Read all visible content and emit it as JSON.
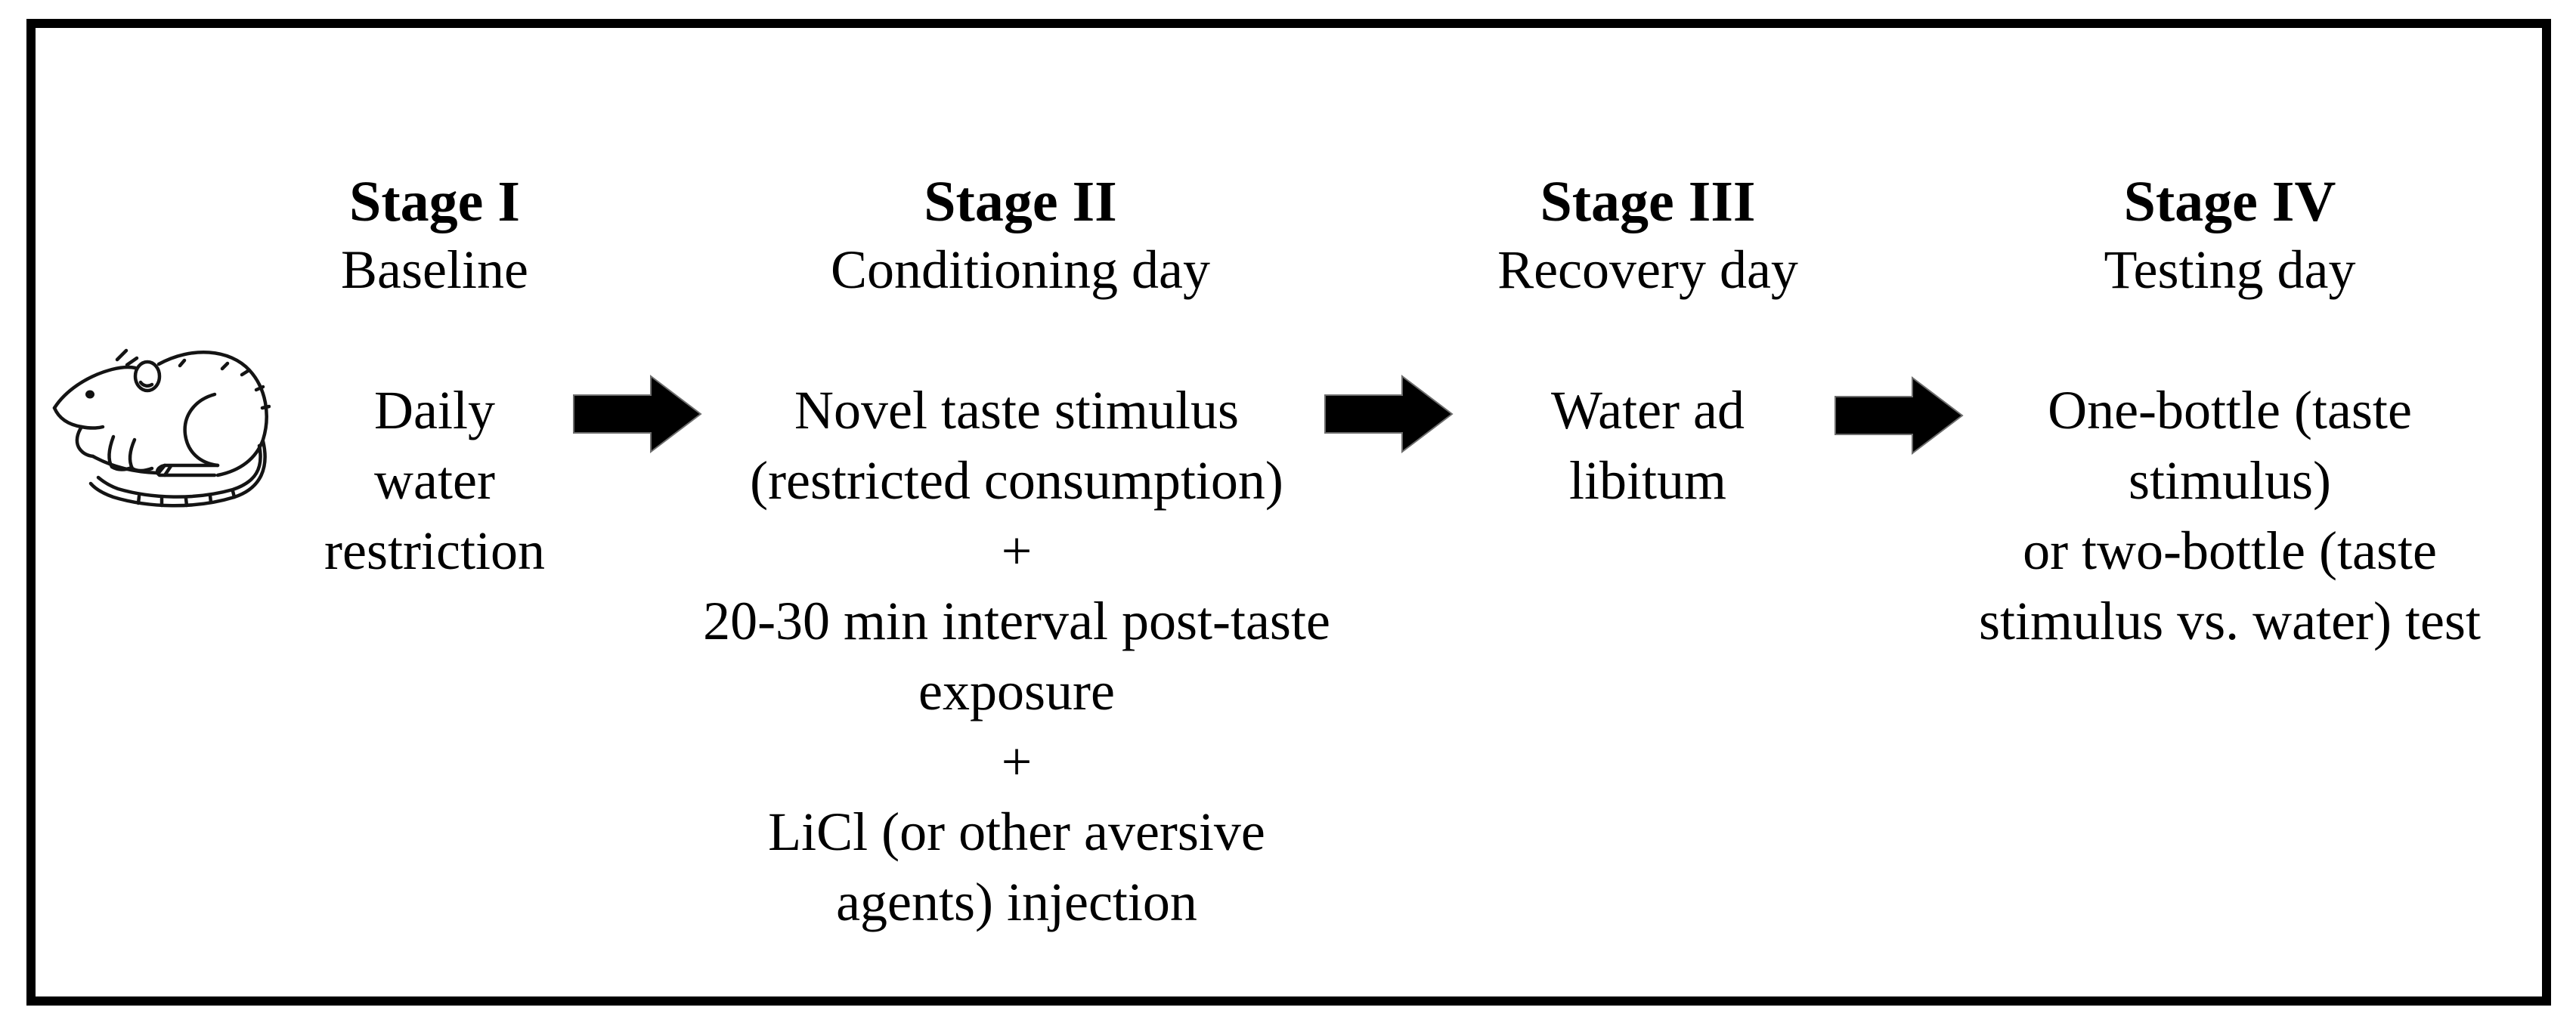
{
  "figure": {
    "background_color": "#ffffff",
    "border_color": "#000000",
    "text_color": "#000000",
    "arrow_color": "#000000"
  },
  "icons": {
    "rat": "rat-line-drawing",
    "arrow": "right-block-arrow"
  },
  "stages": [
    {
      "title": "Stage I",
      "subtitle": "Baseline",
      "body": "Daily\nwater\nrestriction"
    },
    {
      "title": "Stage II",
      "subtitle": "Conditioning day",
      "body": "Novel taste stimulus\n(restricted consumption)\n+\n20-30 min interval post-taste\nexposure\n+\nLiCl (or other aversive\nagents) injection"
    },
    {
      "title": "Stage III",
      "subtitle": "Recovery day",
      "body": "Water ad\nlibitum"
    },
    {
      "title": "Stage IV",
      "subtitle": "Testing day",
      "body": "One-bottle (taste\nstimulus)\nor two-bottle (taste\nstimulus vs. water) test"
    }
  ]
}
